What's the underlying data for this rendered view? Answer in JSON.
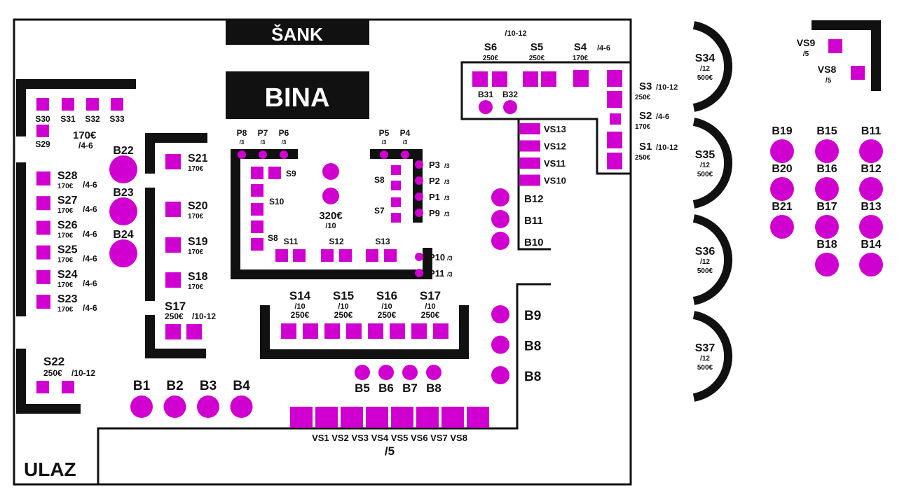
{
  "colors": {
    "seat": "#d000d0",
    "wall": "#111111",
    "background": "#ffffff"
  },
  "labels": {
    "sank": "ŠANK",
    "bina": "BINA",
    "ulaz": "ULAZ",
    "center_price": "320€",
    "center_cap": "/10",
    "vs_row": "VS1 VS2 VS3 VS4 VS5 VS6 VS7 VS8",
    "vs_row_cap": "/5",
    "s30_33_price": "170€",
    "s30_33_cap": "/4-6",
    "top_cap": "/10-12"
  },
  "tables": {
    "left_booths": [
      {
        "name": "S28",
        "price": "170€",
        "cap": "/4-6"
      },
      {
        "name": "S27",
        "price": "170€",
        "cap": "/4-6"
      },
      {
        "name": "S26",
        "price": "170€",
        "cap": "/4-6"
      },
      {
        "name": "S25",
        "price": "170€",
        "cap": "/4-6"
      },
      {
        "name": "S24",
        "price": "170€",
        "cap": "/4-6"
      },
      {
        "name": "S23",
        "price": "170€",
        "cap": "/4-6"
      }
    ],
    "top_left": [
      "S30",
      "S31",
      "S32",
      "S33",
      "S29"
    ],
    "mid_left": [
      {
        "name": "S21",
        "price": "170€"
      },
      {
        "name": "S20",
        "price": "170€"
      },
      {
        "name": "S19",
        "price": "170€"
      },
      {
        "name": "S18",
        "price": "170€"
      }
    ],
    "s17_left": {
      "name": "S17",
      "price": "250€",
      "cap": "/10-12"
    },
    "s22": {
      "name": "S22",
      "price": "250€",
      "cap": "/10-12"
    },
    "round_left": [
      "B22",
      "B23",
      "B24"
    ],
    "bottom_b": [
      "B1",
      "B2",
      "B3",
      "B4"
    ],
    "center_b": [
      "B5",
      "B6",
      "B7",
      "B8"
    ],
    "bar_p_top_left": [
      "P8",
      "P7",
      "P6"
    ],
    "bar_p_top_right": [
      "P5",
      "P4"
    ],
    "bar_p_caps": "/3",
    "bar_p_right": [
      "P3",
      "P2",
      "P1",
      "P9"
    ],
    "bar_p_lower": [
      "P10",
      "P11"
    ],
    "bar_s": [
      "S9",
      "S10",
      "S8",
      "S11",
      "S12",
      "S13",
      "S8",
      "S7"
    ],
    "front_row": [
      {
        "name": "S14",
        "cap": "/10",
        "price": "250€"
      },
      {
        "name": "S15",
        "cap": "/10",
        "price": "250€"
      },
      {
        "name": "S16",
        "cap": "/10",
        "price": "250€"
      },
      {
        "name": "S17",
        "cap": "/10",
        "price": "250€"
      }
    ],
    "top_right_row": [
      {
        "name": "S6",
        "price": "250€"
      },
      {
        "name": "S5",
        "price": "250€"
      },
      {
        "name": "S4",
        "price": "170€",
        "cap": "/4-6"
      }
    ],
    "top_right_b": [
      "B31",
      "B32"
    ],
    "right_column": [
      {
        "name": "S3",
        "cap": "/10-12",
        "price": "250€"
      },
      {
        "name": "S2",
        "cap": "/4-6",
        "price": "170€"
      },
      {
        "name": "S1",
        "cap": "/10-12",
        "price": "250€"
      }
    ],
    "vs_column": [
      "VS13",
      "VS12",
      "VS11",
      "VS10"
    ],
    "b_right": [
      "B12",
      "B11",
      "B10"
    ],
    "b_right_lower": [
      "B9",
      "B8",
      "B8"
    ],
    "arcs": [
      {
        "name": "S34",
        "cap": "/12",
        "price": "500€"
      },
      {
        "name": "S35",
        "cap": "/12",
        "price": "500€"
      },
      {
        "name": "S36",
        "cap": "/12",
        "price": "500€"
      },
      {
        "name": "S37",
        "cap": "/12",
        "price": "500€"
      }
    ],
    "vs_far": [
      {
        "name": "VS9",
        "cap": "/5"
      },
      {
        "name": "VS8",
        "cap": "/5"
      }
    ],
    "grid_cols": [
      [
        "B19",
        "B20",
        "B21"
      ],
      [
        "B15",
        "B16",
        "B17",
        "B18"
      ],
      [
        "B11",
        "B12",
        "B13",
        "B14"
      ]
    ]
  }
}
